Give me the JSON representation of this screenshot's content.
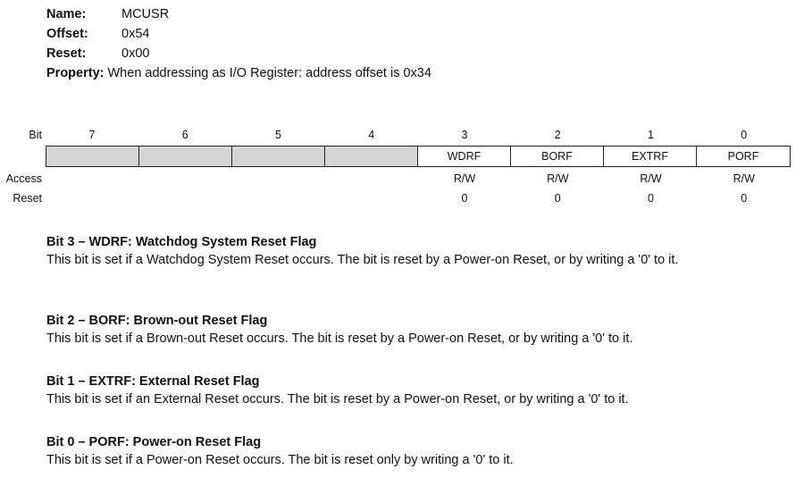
{
  "header": {
    "name_label": "Name:",
    "name_value": "MCUSR",
    "offset_label": "Offset:",
    "offset_value": "0x54",
    "reset_label": "Reset:",
    "reset_value": "0x00",
    "property_label": "Property:",
    "property_value": "When addressing as I/O Register: address offset is 0x34"
  },
  "register": {
    "bit_label": "Bit",
    "access_label": "Access",
    "reset_label": "Reset",
    "bits": [
      {
        "num": "7",
        "name": "",
        "access": "",
        "reset": "",
        "reserved": true
      },
      {
        "num": "6",
        "name": "",
        "access": "",
        "reset": "",
        "reserved": true
      },
      {
        "num": "5",
        "name": "",
        "access": "",
        "reset": "",
        "reserved": true
      },
      {
        "num": "4",
        "name": "",
        "access": "",
        "reset": "",
        "reserved": true
      },
      {
        "num": "3",
        "name": "WDRF",
        "access": "R/W",
        "reset": "0",
        "reserved": false
      },
      {
        "num": "2",
        "name": "BORF",
        "access": "R/W",
        "reset": "0",
        "reserved": false
      },
      {
        "num": "1",
        "name": "EXTRF",
        "access": "R/W",
        "reset": "0",
        "reserved": false
      },
      {
        "num": "0",
        "name": "PORF",
        "access": "R/W",
        "reset": "0",
        "reserved": false
      }
    ]
  },
  "sections": [
    {
      "title": "Bit 3 – WDRF:  Watchdog System Reset Flag",
      "body": "This bit is set if a Watchdog System Reset occurs. The bit is reset by a Power-on Reset, or by writing a '0' to it."
    },
    {
      "title": "Bit 2 – BORF:  Brown-out Reset Flag",
      "body": "This bit is set if a Brown-out Reset occurs. The bit is reset by a Power-on Reset, or by writing a '0' to it."
    },
    {
      "title": "Bit 1 – EXTRF:  External Reset Flag",
      "body": "This bit is set if an External Reset occurs. The bit is reset by a Power-on Reset, or by writing a '0' to it."
    },
    {
      "title": "Bit 0 – PORF:  Power-on Reset Flag",
      "body": "This bit is set if a Power-on Reset occurs. The bit is reset only by writing a '0' to it."
    }
  ]
}
